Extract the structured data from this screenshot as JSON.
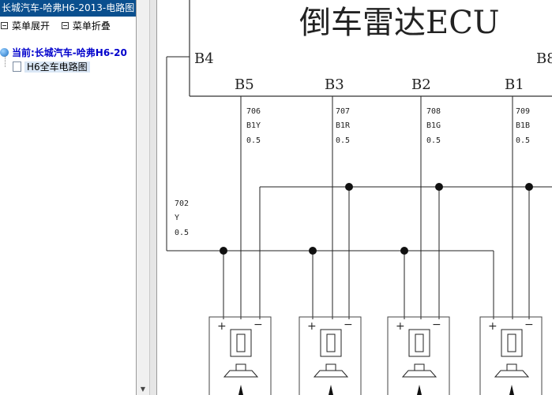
{
  "sidebar": {
    "title": "长城汽车-哈弗H6-2013-电路图",
    "menu": {
      "expand": "菜单展开",
      "collapse": "菜单折叠"
    },
    "tree": {
      "root": "当前:长城汽车-哈弗H6-20",
      "child": "H6全车电路图"
    }
  },
  "diagram": {
    "ecu_title": "倒车雷达ECU",
    "pins": {
      "b4": "B4",
      "b5": "B5",
      "b3": "B3",
      "b2": "B2",
      "b1": "B1",
      "b8": "B8"
    },
    "wires": [
      {
        "num": "706",
        "color": "B1Y",
        "size": "0.5"
      },
      {
        "num": "707",
        "color": "B1R",
        "size": "0.5"
      },
      {
        "num": "708",
        "color": "B1G",
        "size": "0.5"
      },
      {
        "num": "709",
        "color": "B1B",
        "size": "0.5"
      }
    ],
    "ground_wire": {
      "num": "702",
      "color": "Y",
      "size": "0.5"
    },
    "sensor_plus": "+",
    "sensor_minus": "−"
  }
}
